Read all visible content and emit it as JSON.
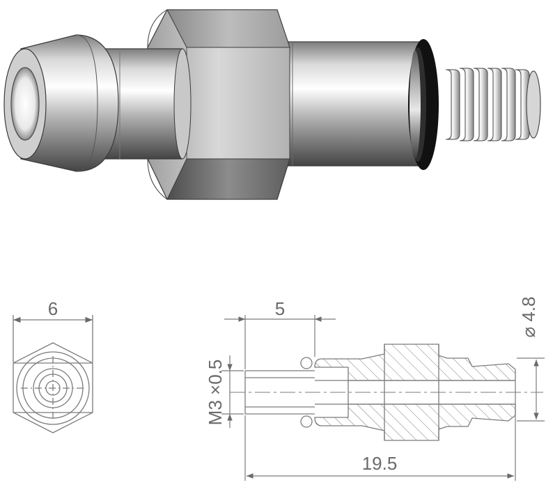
{
  "render": {
    "part_label": "",
    "colors": {
      "metal_light": "#f2f2f2",
      "metal_mid": "#a8a8a8",
      "metal_dark": "#4a4a4a",
      "oring": "#151515",
      "drawing_line": "#7a7a7a",
      "dimension_text": "#6a6a6a"
    }
  },
  "drawing": {
    "front_view": {
      "width_label": "6"
    },
    "side_view": {
      "length_5_label": "5",
      "diameter_label": "⌀ 4.8",
      "thread_label": "M3 ×0.5",
      "total_length_label": "19.5"
    }
  }
}
